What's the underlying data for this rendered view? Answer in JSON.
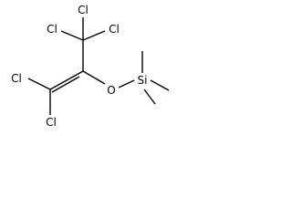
{
  "structure": {
    "atom_labels": {
      "cl_top": "Cl",
      "cl_left": "Cl",
      "cl_right": "Cl",
      "cl_mid_left": "Cl",
      "cl_bottom": "Cl",
      "oxygen": "O",
      "silicon": "Si"
    },
    "colors": {
      "ink": "#000000",
      "background": "#ffffff"
    }
  }
}
